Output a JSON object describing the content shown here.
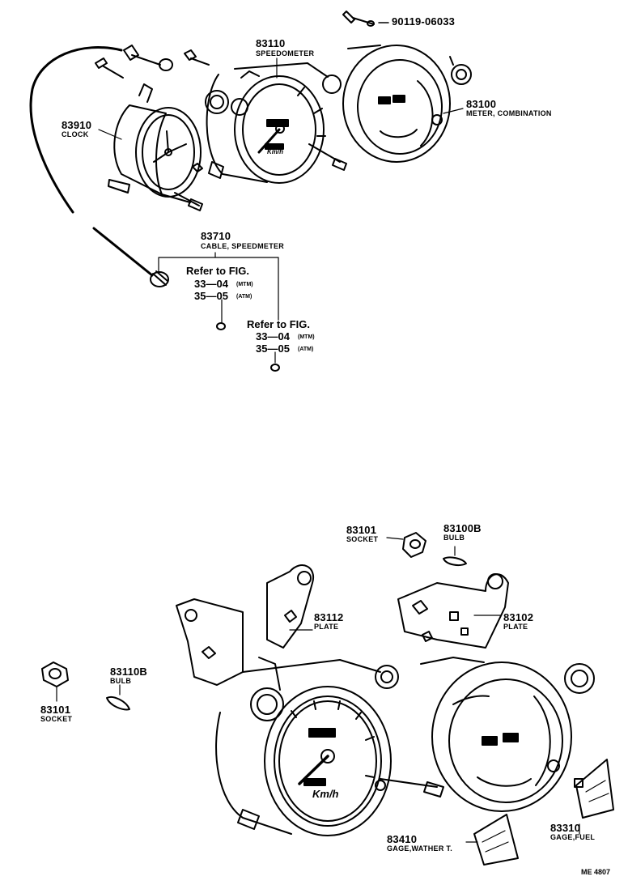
{
  "parts": {
    "screw": {
      "number": "90119-06033"
    },
    "speedometer": {
      "number": "83110",
      "name": "SPEEDOMETER"
    },
    "clock": {
      "number": "83910",
      "name": "CLOCK"
    },
    "meter_combination": {
      "number": "83100",
      "name": "METER, COMBINATION"
    },
    "cable": {
      "number": "83710",
      "name": "CABLE, SPEEDMETER"
    },
    "socket_top": {
      "number": "83101",
      "name": "SOCKET"
    },
    "bulb_top": {
      "number": "83100B",
      "name": "BULB"
    },
    "plate_left": {
      "number": "83112",
      "name": "PLATE"
    },
    "plate_right": {
      "number": "83102",
      "name": "PLATE"
    },
    "socket_left": {
      "number": "83101",
      "name": "SOCKET"
    },
    "bulb_left": {
      "number": "83110B",
      "name": "BULB"
    },
    "gage_water": {
      "number": "83410",
      "name": "GAGE,WATHER T."
    },
    "gage_fuel": {
      "number": "83310",
      "name": "GAGE,FUEL"
    }
  },
  "refs": {
    "ref1": {
      "title": "Refer to FIG.",
      "line1_num": "33—04",
      "line1_tag": "(MTM)",
      "line2_num": "35—05",
      "line2_tag": "(ATM)"
    },
    "ref2": {
      "title": "Refer to FIG.",
      "line1_num": "33—04",
      "line1_tag": "(MTM)",
      "line2_num": "35—05",
      "line2_tag": "(ATM)"
    }
  },
  "dial_unit": "Km/h",
  "diagram_code": "ME 4807"
}
